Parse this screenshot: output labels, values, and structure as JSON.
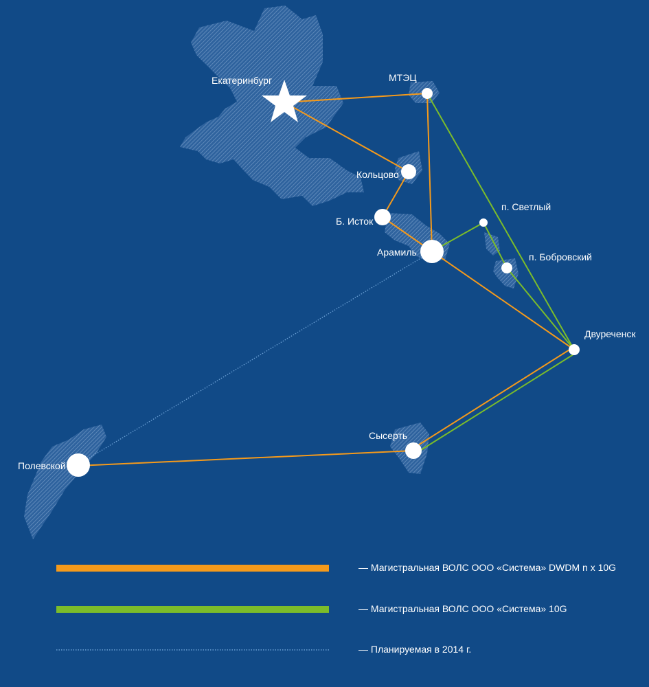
{
  "colors": {
    "background": "#114a87",
    "dwdm_line": "#f59a1b",
    "tenG_line": "#7cbd2a",
    "planned_line": "#6a9fd4",
    "node": "#ffffff",
    "territory": "#5d86b8"
  },
  "cities": {
    "ekaterinburg": "Екатеринбург",
    "mtec": "МТЭЦ",
    "koltsovo": "Кольцово",
    "b_istok": "Б. Исток",
    "aramil": "Арамиль",
    "svetly": "п. Светлый",
    "bobrovsky": "п. Бобровский",
    "dvurechensk": "Двуреченск",
    "sysert": "Сысерть",
    "polevskoy": "Полевской"
  },
  "legend": {
    "dwdm": "— Магистральная ВОЛС ООО «Система» DWDM n x 10G",
    "tenG": "— Магистральная ВОЛС ООО «Система» 10G",
    "planned": "— Планируемая в 2014 г."
  }
}
